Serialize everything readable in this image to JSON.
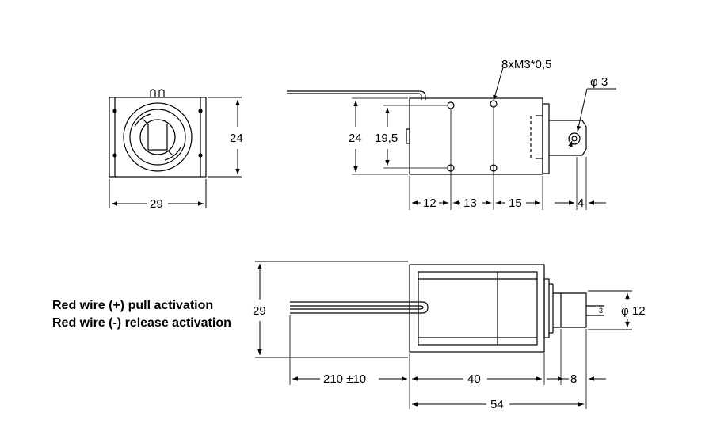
{
  "labels": {
    "front_height": "24",
    "front_width": "29",
    "side_height": "24",
    "side_hole_spacing": "19,5",
    "thread_spec": "8xM3*0,5",
    "pin_diameter": "φ 3",
    "seg_a": "12",
    "seg_b": "13",
    "seg_c": "15",
    "seg_d": "4",
    "top_height": "29",
    "plunger_diameter": "φ 12",
    "hole_small": "3",
    "wire_length": "210 ±10",
    "body_length": "40",
    "plunger_length": "8",
    "total_length": "54"
  },
  "notes": {
    "line1": "Red wire (+) pull activation",
    "line2": "Red wire (-) release activation"
  },
  "colors": {
    "ink": "#000000",
    "background": "#ffffff"
  }
}
